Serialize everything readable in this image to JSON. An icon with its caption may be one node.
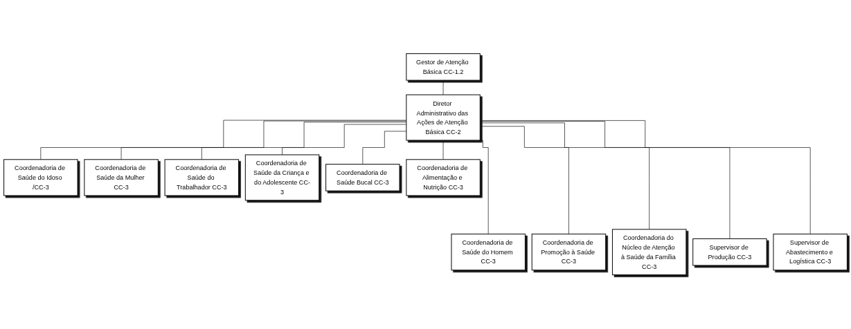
{
  "diagram": {
    "nodes": [
      {
        "text": [
          "Gestor de Atenção Básica CC-1.2"
        ]
      },
      {
        "text": [
          "Diretor Administrativo das Ações de Atenção Básica CC-2"
        ]
      },
      {
        "text": [
          "Coordenadoria de Saúde do Idoso /CC-3"
        ]
      },
      {
        "text": [
          "Coordenadoria de Saúde do Homem CC-3"
        ]
      },
      {
        "text": [
          "Coordenadoria de Saúde da Mulher CC-3"
        ]
      },
      {
        "text": [
          "Coordenadoria de Promoção à Saúde CC-3"
        ]
      },
      {
        "text": [
          "Coordenadoria de Saúde do Trabalhador CC-3"
        ]
      },
      {
        "text": [
          "Coordenadoria do Núcleo de Atenção à Saúde da Família CC-3"
        ]
      },
      {
        "text": [
          "Coordenadoria de Saúde da Criança e do Adolescente CC-3"
        ]
      },
      {
        "text": [
          "Supervisor de Produção CC-3"
        ]
      },
      {
        "text": [
          "Coordenadoria de Saúde Bucal CC-3"
        ]
      },
      {
        "text": [
          "Supervisor de Abastecimento e Logística CC-3"
        ]
      },
      {
        "text": [
          "Coordenadoria de Alimentação e Nutrição CC-3"
        ]
      }
    ],
    "edges": [
      {
        "from": 0,
        "to": 1,
        "arrow": "none"
      },
      {
        "from": 1,
        "to": 2,
        "arrow": "none"
      },
      {
        "from": 1,
        "to": 3,
        "arrow": "none"
      },
      {
        "from": 1,
        "to": 4,
        "arrow": "none"
      },
      {
        "from": 1,
        "to": 5,
        "arrow": "none"
      },
      {
        "from": 1,
        "to": 6,
        "arrow": "none"
      },
      {
        "from": 1,
        "to": 7,
        "arrow": "none"
      },
      {
        "from": 1,
        "to": 8,
        "arrow": "none"
      },
      {
        "from": 1,
        "to": 9,
        "arrow": "none"
      },
      {
        "from": 1,
        "to": 10,
        "arrow": "none"
      },
      {
        "from": 1,
        "to": 11,
        "arrow": "none"
      },
      {
        "from": 1,
        "to": 12,
        "arrow": "none"
      }
    ]
  }
}
